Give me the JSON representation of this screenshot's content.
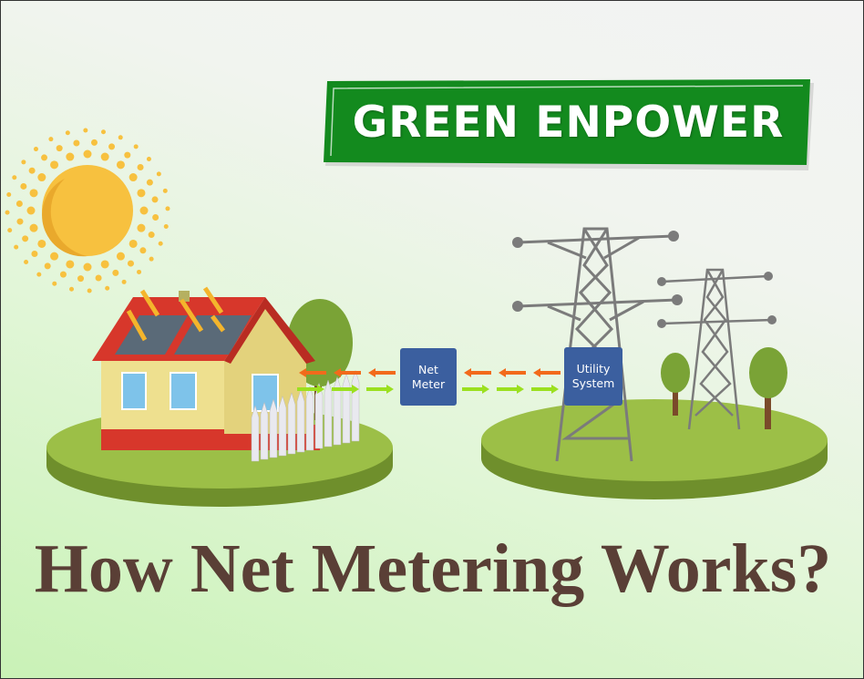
{
  "brand": {
    "logo_text": "GREEN ENPOWER",
    "color": "#138a1e"
  },
  "labels": {
    "net_meter": [
      "Net",
      "Meter"
    ],
    "utility_system": [
      "Utility",
      "System"
    ]
  },
  "title": "How Net Metering Works?",
  "colors": {
    "export_arrow": "#f26a1b",
    "import_arrow": "#9be01f",
    "box": "#3b5f9f",
    "title": "#5a3f36",
    "sun": "#f7c13f"
  }
}
